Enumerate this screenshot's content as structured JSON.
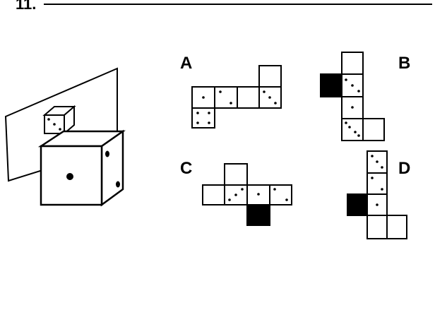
{
  "question": {
    "number": "11."
  },
  "colors": {
    "ink": "#000000",
    "paper": "#ffffff"
  },
  "options": [
    {
      "label": "A"
    },
    {
      "label": "B"
    },
    {
      "label": "C"
    },
    {
      "label": "D"
    }
  ]
}
